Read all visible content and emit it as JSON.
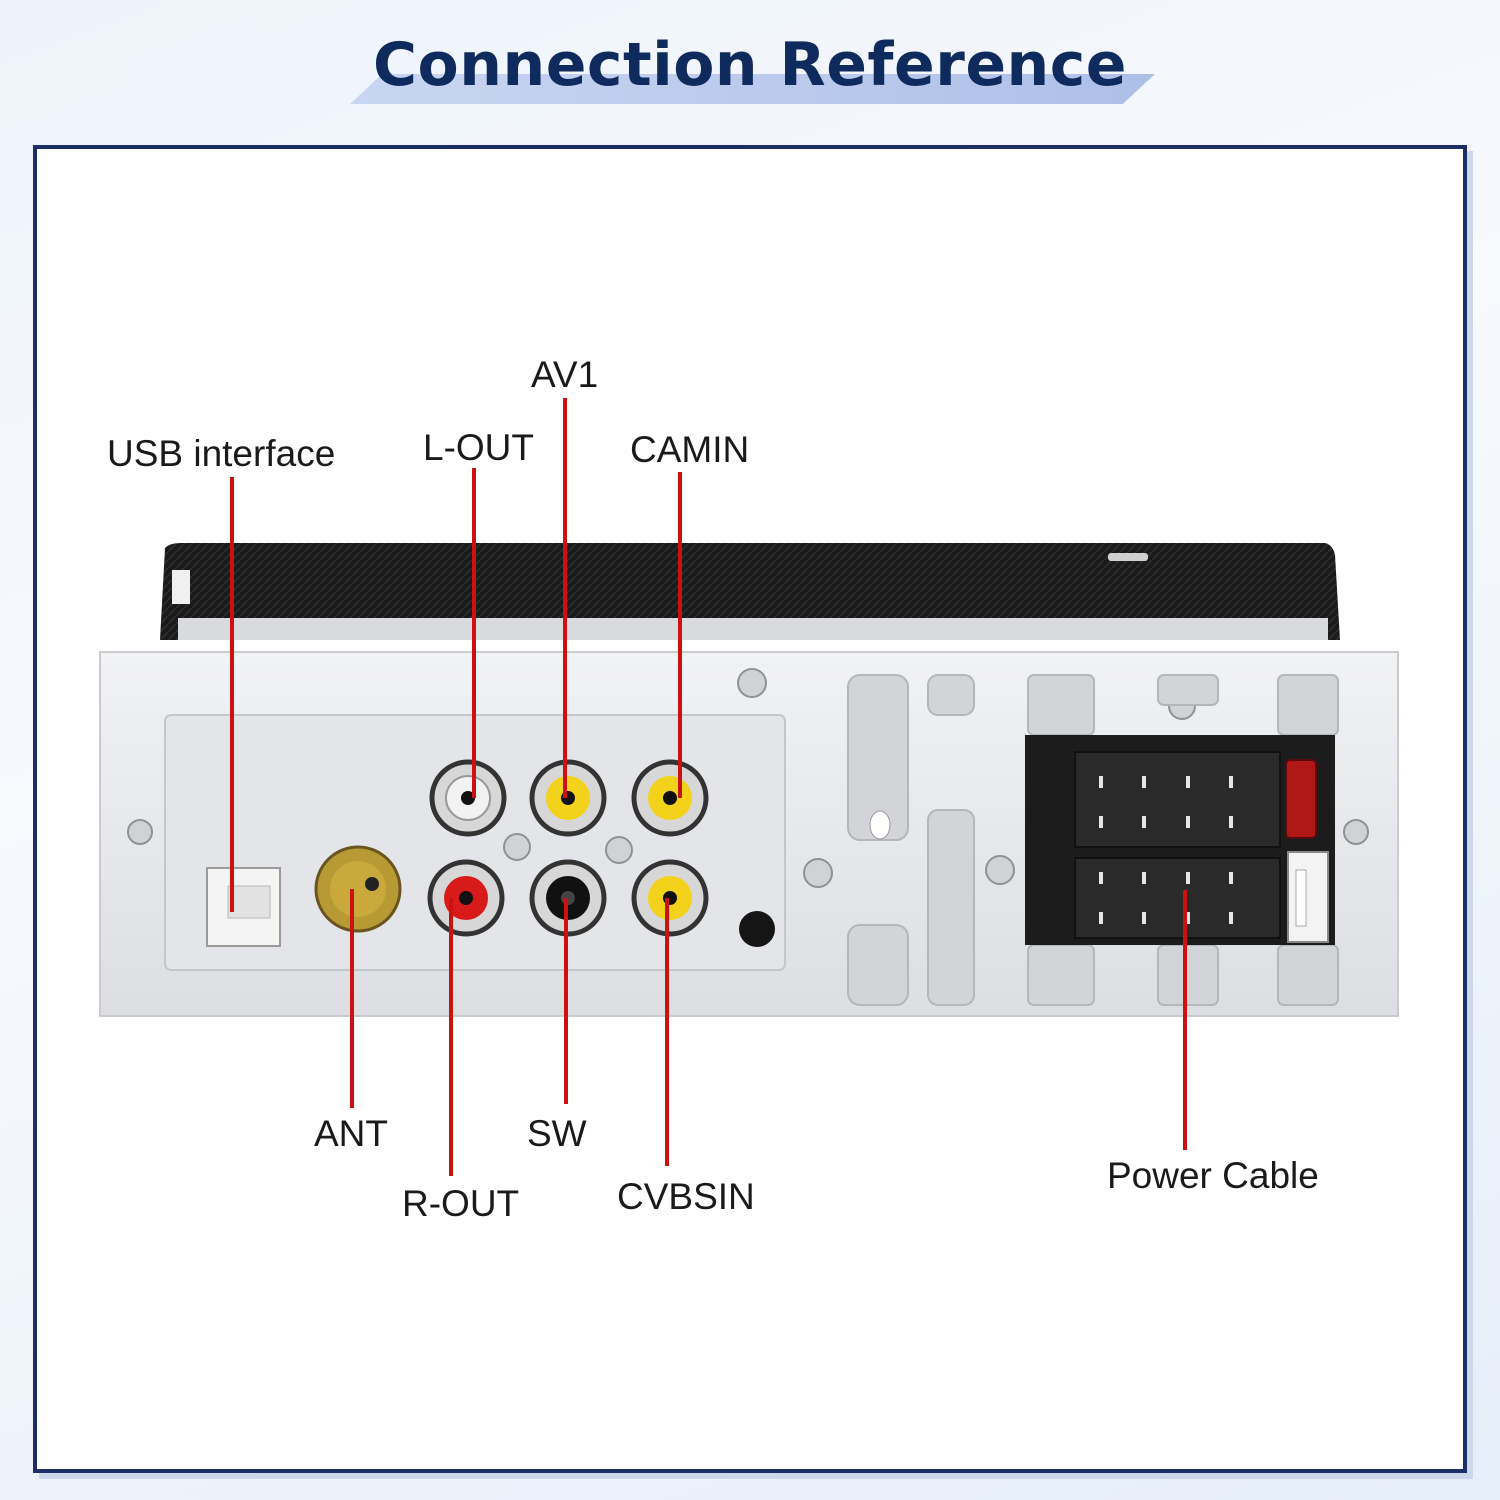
{
  "title": "Connection Reference",
  "colors": {
    "title": "#0f2a5c",
    "frame": "#1b2f66",
    "leader_line": "#cc1111",
    "rca_white": "#f2f2f2",
    "rca_yellow": "#f2d21b",
    "rca_red": "#d81a1a",
    "rca_black": "#111111",
    "chassis": "#e9eaec",
    "faceplate": "#1a1a1a"
  },
  "labels": {
    "usb_interface": "USB interface",
    "l_out": "L-OUT",
    "av1": "AV1",
    "camin": "CAMIN",
    "ant": "ANT",
    "r_out": "R-OUT",
    "sw": "SW",
    "cvbsin": "CVBSIN",
    "power_cable": "Power Cable"
  }
}
